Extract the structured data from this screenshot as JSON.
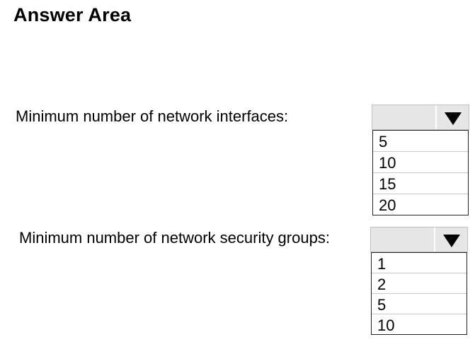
{
  "title": "Answer Area",
  "questions": [
    {
      "label": "Minimum number of network interfaces:",
      "selected": "",
      "options": [
        "5",
        "10",
        "15",
        "20"
      ]
    },
    {
      "label": "Minimum number of network security groups:",
      "selected": "",
      "options": [
        "1",
        "2",
        "5",
        "10"
      ]
    }
  ],
  "icons": {
    "dropdown_arrow": "triangle-down-icon"
  },
  "colors": {
    "select_background": "#e6e6e6",
    "arrow": "#000000",
    "option_border": "#222222"
  }
}
